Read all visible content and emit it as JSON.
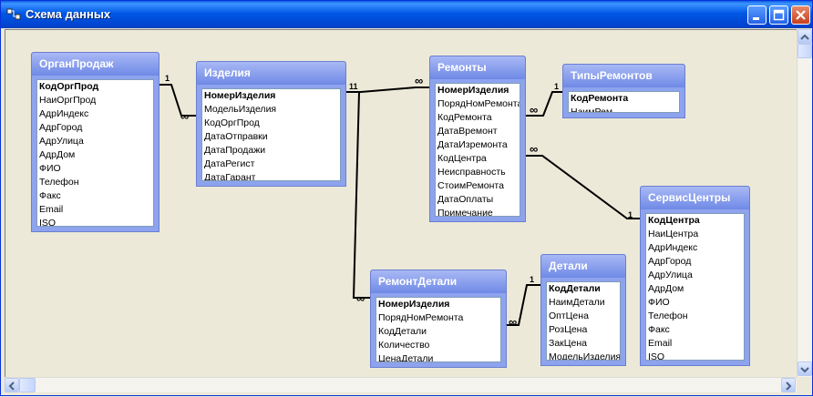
{
  "window": {
    "title": "Схема данных"
  },
  "tables": {
    "organ": {
      "title": "ОрганПродаж",
      "fields": [
        "КодОргПрод",
        "НаиОргПрод",
        "АдрИндекс",
        "АдрГород",
        "АдрУлица",
        "АдрДом",
        "ФИО",
        "Телефон",
        "Факс",
        "Email",
        "ISQ"
      ]
    },
    "izdeliya": {
      "title": "Изделия",
      "fields": [
        "НомерИзделия",
        "МодельИзделия",
        "КодОргПрод",
        "ДатаОтправки",
        "ДатаПродажи",
        "ДатаРегист",
        "ДатаГарант"
      ]
    },
    "remonty": {
      "title": "Ремонты",
      "fields": [
        "НомерИзделия",
        "ПорядНомРемонта",
        "КодРемонта",
        "ДатаВремонт",
        "ДатаИзремонта",
        "КодЦентра",
        "Неисправность",
        "СтоимРемонта",
        "ДатаОплаты",
        "Примечание"
      ]
    },
    "tipy": {
      "title": "ТипыРемонтов",
      "fields": [
        "КодРемонта",
        "НаимРем"
      ]
    },
    "servis": {
      "title": "СервисЦентры",
      "fields": [
        "КодЦентра",
        "НаиЦентра",
        "АдрИндекс",
        "АдрГород",
        "АдрУлица",
        "АдрДом",
        "ФИО",
        "Телефон",
        "Факс",
        "Email",
        "ISQ"
      ]
    },
    "remdet": {
      "title": "РемонтДетали",
      "fields": [
        "НомерИзделия",
        "ПорядНомРемонта",
        "КодДетали",
        "Количество",
        "ЦенаДетали"
      ]
    },
    "detali": {
      "title": "Детали",
      "fields": [
        "КодДетали",
        "НаимДетали",
        "ОптЦена",
        "РозЦена",
        "ЗакЦена",
        "МодельИзделия"
      ]
    }
  },
  "relations": {
    "one": "1",
    "many": "∞",
    "double_one": "11"
  },
  "icons": {
    "title_icon": "relationships-icon",
    "minimize": "minimize-icon",
    "maximize": "maximize-icon",
    "close": "close-icon"
  }
}
